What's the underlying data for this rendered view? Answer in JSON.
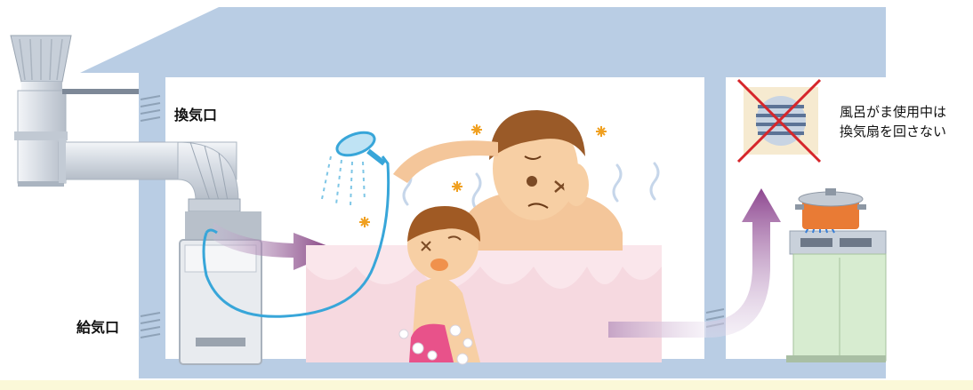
{
  "labels": {
    "exhaust_port": "換気口",
    "intake_port": "給気口",
    "warning_line1": "風呂がま使用中は",
    "warning_line2": "換気扇を回さない"
  },
  "colors": {
    "wall": "#b9cde4",
    "duct": "#cfd5de",
    "bathtub": "#f6d9e0",
    "airflow_arrow": "#8a3f82",
    "shower_hose": "#38a6d9",
    "cross": "#d6262b",
    "pot": "#e97b35",
    "floor_strip": "#fbf8d8"
  },
  "icons": {
    "fan": "ventilation-fan-icon",
    "prohibited": "cross-icon",
    "sparkle": "dizzy-sparkle-icon"
  }
}
